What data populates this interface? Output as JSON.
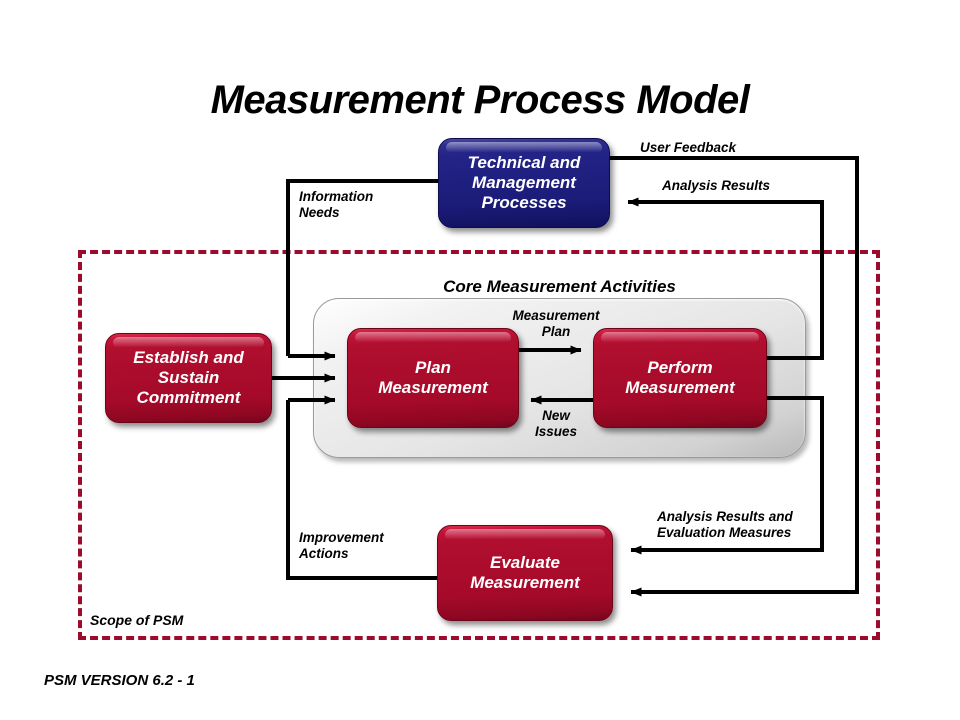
{
  "title": "Measurement Process Model",
  "footer": "PSM VERSION 6.2 - 1",
  "scope": {
    "label": "Scope of PSM",
    "border_color": "#9c0b2b"
  },
  "core": {
    "title": "Core Measurement Activities",
    "background": "#e6e6e6"
  },
  "nodes": {
    "technical": {
      "label": "Technical and\nManagement\nProcesses",
      "color": "#1f1f80"
    },
    "establish": {
      "label": "Establish and\nSustain\nCommitment",
      "color": "#ab0c2c"
    },
    "plan": {
      "label": "Plan\nMeasurement",
      "color": "#ab0c2c"
    },
    "perform": {
      "label": "Perform\nMeasurement",
      "color": "#ab0c2c"
    },
    "evaluate": {
      "label": "Evaluate\nMeasurement",
      "color": "#ab0c2c"
    }
  },
  "edges": {
    "information_needs": "Information\nNeeds",
    "user_feedback": "User Feedback",
    "analysis_results": "Analysis Results",
    "measurement_plan": "Measurement\nPlan",
    "new_issues": "New\nIssues",
    "improvement_actions": "Improvement\nActions",
    "analysis_results_and_evaluation_measures": "Analysis Results and\nEvaluation Measures"
  }
}
